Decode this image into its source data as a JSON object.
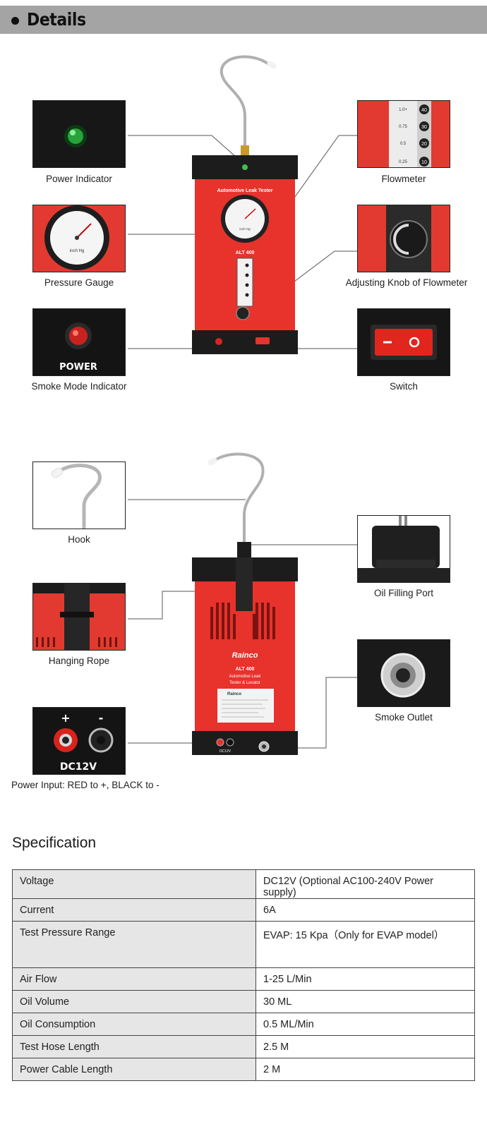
{
  "header": {
    "title": "Details"
  },
  "callouts_front": [
    {
      "id": "power-indicator",
      "label": "Power Indicator"
    },
    {
      "id": "flowmeter",
      "label": "Flowmeter"
    },
    {
      "id": "pressure-gauge",
      "label": "Pressure Gauge"
    },
    {
      "id": "adjusting-knob",
      "label": "Adjusting Knob of Flowmeter"
    },
    {
      "id": "smoke-mode-indicator",
      "label": "Smoke Mode Indicator"
    },
    {
      "id": "switch",
      "label": "Switch"
    }
  ],
  "callouts_back": [
    {
      "id": "hook",
      "label": "Hook"
    },
    {
      "id": "oil-filling-port",
      "label": "Oil Filling Port"
    },
    {
      "id": "hanging-rope",
      "label": "Hanging Rope"
    },
    {
      "id": "smoke-outlet",
      "label": "Smoke Outlet"
    },
    {
      "id": "power-input",
      "label": "Power Input: RED to +, BLACK to -"
    }
  ],
  "device_front": {
    "panel_title": "Automotive Leak Tester",
    "model": "ALT 400",
    "gauge_unit": "inch Hg",
    "flowmeter_scale": [
      "1.0+",
      "0.75",
      "0.5",
      "0.25"
    ],
    "flowmeter_marks": [
      "40",
      "30",
      "20",
      "10"
    ],
    "power_label": "POWER"
  },
  "device_back": {
    "brand": "Rainco",
    "model": "ALT 400",
    "subtitle_1": "Automotive Leak",
    "subtitle_2": "Tester & Locator",
    "dc_label": "DC12V",
    "plus": "+",
    "minus": "-"
  },
  "spec": {
    "title": "Specification",
    "rows": [
      {
        "label": "Voltage",
        "value": "DC12V (Optional AC100-240V Power supply)"
      },
      {
        "label": "Current",
        "value": "6A"
      },
      {
        "label": "Test Pressure Range",
        "value": "EVAP: 15 Kpa（Only for EVAP model）"
      },
      {
        "label": "Air Flow",
        "value": "1-25 L/Min"
      },
      {
        "label": "Oil Volume",
        "value": "30 ML"
      },
      {
        "label": "Oil Consumption",
        "value": "0.5 ML/Min"
      },
      {
        "label": "Test Hose Length",
        "value": "2.5 M"
      },
      {
        "label": "Power Cable Length",
        "value": "2 M"
      }
    ]
  },
  "colors": {
    "red": "#e8322c",
    "dark": "#1c1c1c",
    "header_gray": "#a4a4a4",
    "table_gray": "#e6e6e6"
  }
}
